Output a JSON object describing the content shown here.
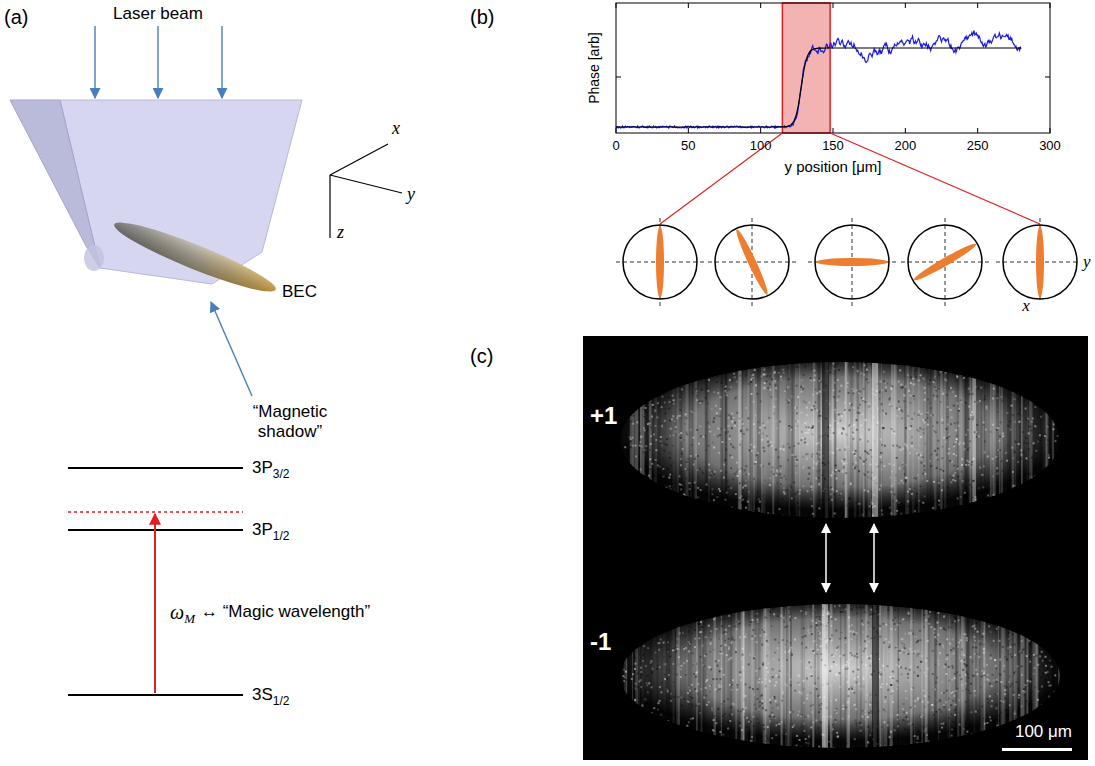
{
  "diagram": {
    "labels": [
      "(a)",
      "Laser beam",
      "x",
      "y",
      "z",
      "BEC",
      "“Magnetic shadow”",
      "3P",
      "3/2",
      "3P",
      "1/2",
      "3S",
      "1/2",
      "ω",
      "M",
      "↔ “Magic wavelength”",
      "(b)",
      "Phase [arb]",
      "0",
      "50",
      "100",
      "150",
      "200",
      "250",
      "300",
      "y position [μm]",
      "y",
      "x",
      "(c)",
      "+1",
      "-1",
      "100 μm"
    ]
  }
}
